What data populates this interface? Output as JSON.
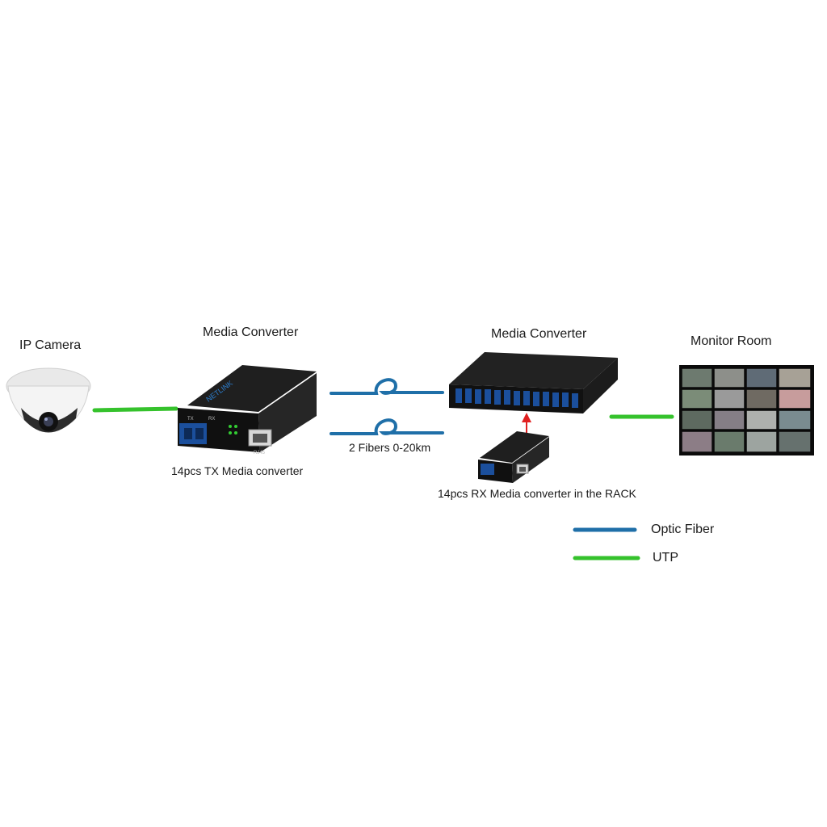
{
  "labels": {
    "ip_camera": "IP Camera",
    "media_converter_tx_title": "Media Converter",
    "media_converter_rack_title": "Media Converter",
    "monitor_room": "Monitor Room",
    "tx_caption": "14pcs TX Media converter",
    "fibers_caption": "2 Fibers 0-20km",
    "rx_caption": "14pcs RX Media converter in the RACK"
  },
  "legend": {
    "items": [
      {
        "label": "Optic Fiber",
        "color": "#1f6fa8"
      },
      {
        "label": "UTP",
        "color": "#35c22c"
      }
    ]
  },
  "device": {
    "brand_text": "NETLINK",
    "port_tx": "TX",
    "port_rx": "RX",
    "port_rj45": "RJ45"
  },
  "colors": {
    "fiber": "#1f6fa8",
    "utp": "#35c22c",
    "arrow": "#e02020",
    "device_body": "#161616"
  },
  "icons": {
    "camera": "dome-camera-icon",
    "converter": "media-converter-icon",
    "rack": "rack-chassis-icon",
    "monitor": "video-wall-icon"
  }
}
